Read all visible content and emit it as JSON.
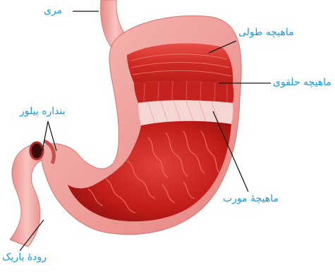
{
  "labels": {
    "esophagus": "مری",
    "longitudinal_muscle": "ماهیچه طولی",
    "circular_muscle": "ماهیچه حلقوی",
    "pyloric_sphincter": "بنداره پیلور",
    "oblique_muscle": "ماهیچهٔ مورب",
    "small_intestine": "رودهٔ باریک"
  },
  "colors": {
    "label": "#1b9ad6",
    "leader_line": "#1a1a1a",
    "outer_wall": "#f2a7a4",
    "muscle_red": "#d9302a",
    "mucosa_red": "#c81e1c",
    "oblique_band": "#f6d6d3"
  }
}
